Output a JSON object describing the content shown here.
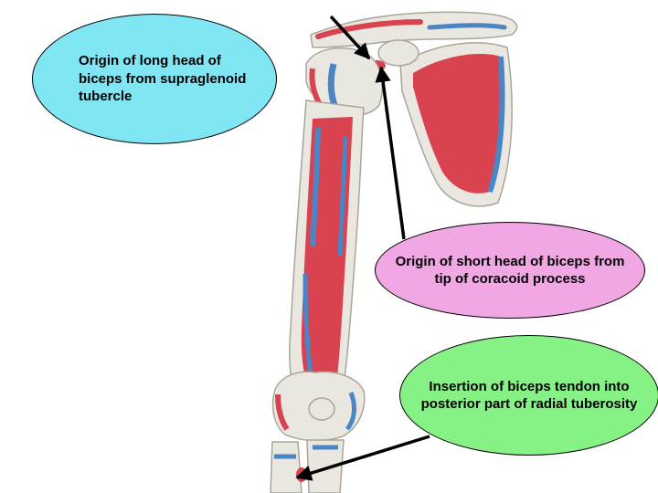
{
  "labels": {
    "long_head": "Origin of long head of biceps from supraglenoid tubercle",
    "short_head": "Origin of short head of biceps from tip of coracoid process",
    "insertion": "Insertion of biceps tendon into posterior part of radial tuberosity"
  },
  "colors": {
    "long_head_callout": "#80e6f4",
    "short_head_callout": "#f0a7e4",
    "insertion_callout": "#86f286",
    "muscle_attachment_red": "#d9424f",
    "ligament_blue": "#4a86c6",
    "bone": "#e9e7df"
  }
}
